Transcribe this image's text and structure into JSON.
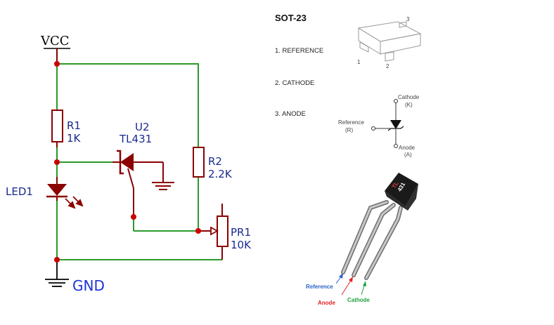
{
  "schematic": {
    "vcc_label": "VCC",
    "gnd_label": "GND",
    "r1_ref": "R1",
    "r1_value": "1K",
    "led_ref": "LED1",
    "u2_ref": "U2",
    "u2_part": "TL431",
    "r2_ref": "R2",
    "r2_value": "2.2K",
    "pr1_ref": "PR1",
    "pr1_value": "10K"
  },
  "pinout": {
    "package": "SOT-23",
    "pin_1": "1. REFERENCE",
    "pin_2": "2. CATHODE",
    "pin_3": "3. ANODE",
    "pkg_pin_1": "1",
    "pkg_pin_2": "2",
    "pkg_pin_3": "3",
    "sym_cathode": "Cathode",
    "sym_cathode_k": "(K)",
    "sym_reference": "Reference",
    "sym_reference_r": "(R)",
    "sym_anode": "Anode",
    "sym_anode_a": "(A)"
  },
  "to92": {
    "marking_line1": "TL",
    "marking_line2": "431",
    "reference_label": "Reference",
    "anode_label": "Anode",
    "cathode_label": "Cathode",
    "reference_color": "#2a62c9",
    "anode_color": "#e02020",
    "cathode_color": "#20a040"
  },
  "colors": {
    "wire": "#2a9a2a",
    "component": "#8b0000",
    "junction": "#cc0000"
  }
}
